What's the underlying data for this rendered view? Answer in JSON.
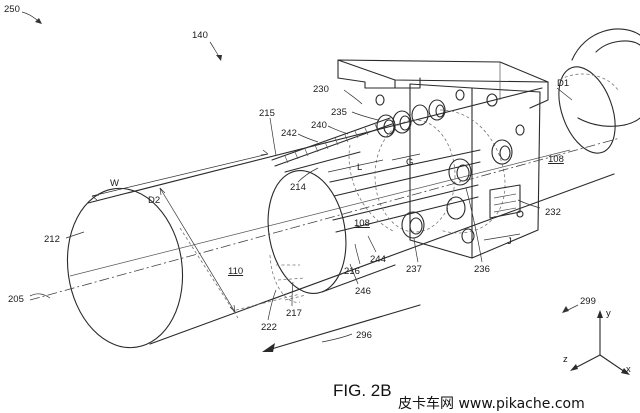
{
  "figure": {
    "title": "FIG. 2B"
  },
  "watermark": {
    "text": "皮卡车网  www.pikache.com"
  },
  "axes": {
    "x": "x",
    "y": "y",
    "z": "z"
  },
  "labels": {
    "r250": "250",
    "r140": "140",
    "r215": "215",
    "r230": "230",
    "r235": "235",
    "r242": "242",
    "r240": "240",
    "rD1": "D1",
    "rW": "W",
    "rD2": "D2",
    "rL": "L",
    "rG": "G",
    "r214": "214",
    "r108a": "108",
    "r108b": "108",
    "r212": "212",
    "r110": "110",
    "r232": "232",
    "rJ": "J",
    "r205": "205",
    "r216": "216",
    "r244": "244",
    "r246": "246",
    "r237": "237",
    "r236": "236",
    "r217": "217",
    "r222": "222",
    "r296": "296",
    "r299": "299"
  }
}
